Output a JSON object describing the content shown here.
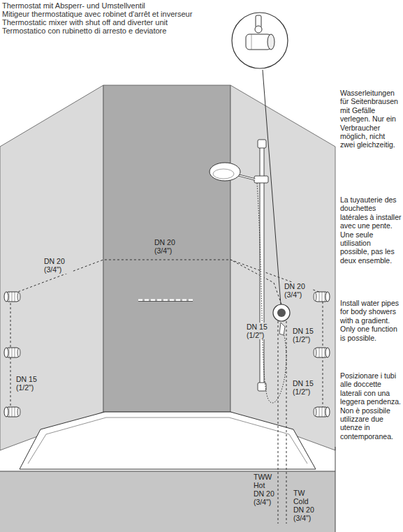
{
  "diagram": {
    "labels": [
      "Thermostat mit Absperr- und Umstellventil",
      "Mitigeur thermostatique avec robinet d'arrêt et inverseur",
      "Thermostatic mixer with shut off and diverter unit",
      "Termostatico con rubinetto di arresto e deviatore",
      "DN 20 (3/4\")",
      "DN 20 (3/4\")",
      "DN 15 (1/2\")",
      "DN 20 (3/4\")",
      "DN 15 (1/2\")",
      "DN 15 (1/2\")",
      "DN 15 (1/2\")",
      "TWW Hot DN 20 (3/4\")",
      "TW Cold DN 20 (3/4\")",
      "Wasserleitungen für Seitenbrausen mit Gefälle verlegen. Nur ein Verbraucher möglich, nicht zwei gleichzeitig.",
      "La tuyauterie des douchettes latérales à installer avec une pente. Une seule utilisation possible, pas les deux ensemble.",
      "Install water pipes for body showers with a gradient. Only one function is possible.",
      "Posizionare i tubi alle doccette laterali con una leggera pendenza. Non è possibile utilizzare due utenze in contemporanea."
    ]
  }
}
